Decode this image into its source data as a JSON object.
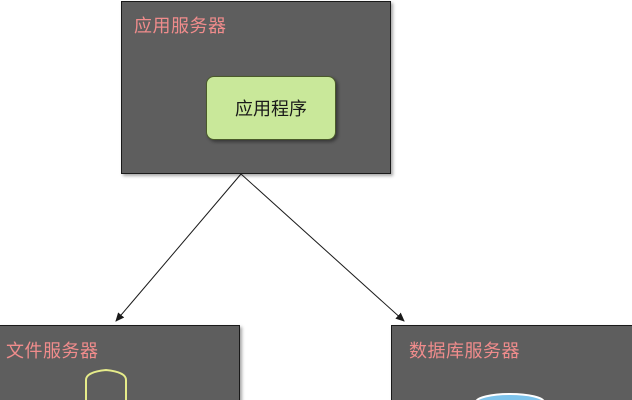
{
  "colors": {
    "server_fill": "#5e5e5e",
    "server_title": "#f08c8c",
    "app_fill": "#c9e89a",
    "file_outline": "#e6ec8a",
    "db_fill": "#7ec4ec",
    "arrow": "#1a1a1a"
  },
  "nodes": {
    "app_server": {
      "label": "应用服务器"
    },
    "app_program": {
      "label": "应用程序"
    },
    "file_server": {
      "label": "文件服务器"
    },
    "db_server": {
      "label": "数据库服务器"
    }
  },
  "edges": [
    {
      "from": "app_server",
      "to": "file_server"
    },
    {
      "from": "app_server",
      "to": "db_server"
    }
  ]
}
